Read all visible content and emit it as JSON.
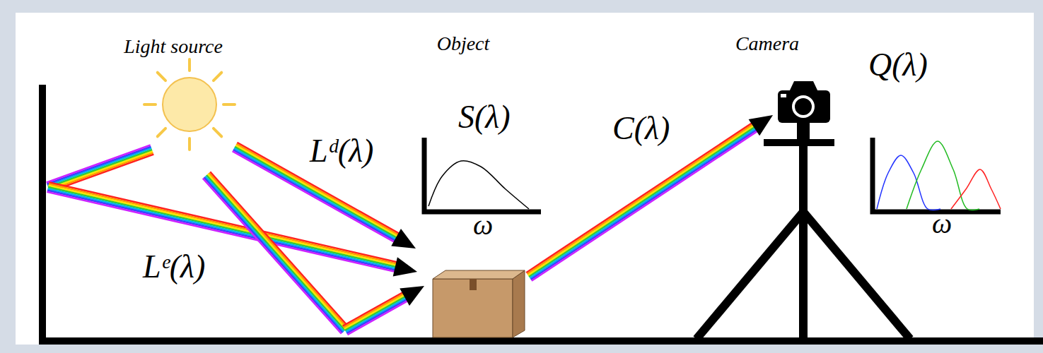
{
  "diagram": {
    "labels": [
      "Light source",
      "Object",
      "Camera",
      "Lᵈ(λ)",
      "S(λ)",
      "C(λ)",
      "Q(λ)",
      "Lᵉ(λ)",
      "ω",
      "ω"
    ]
  }
}
